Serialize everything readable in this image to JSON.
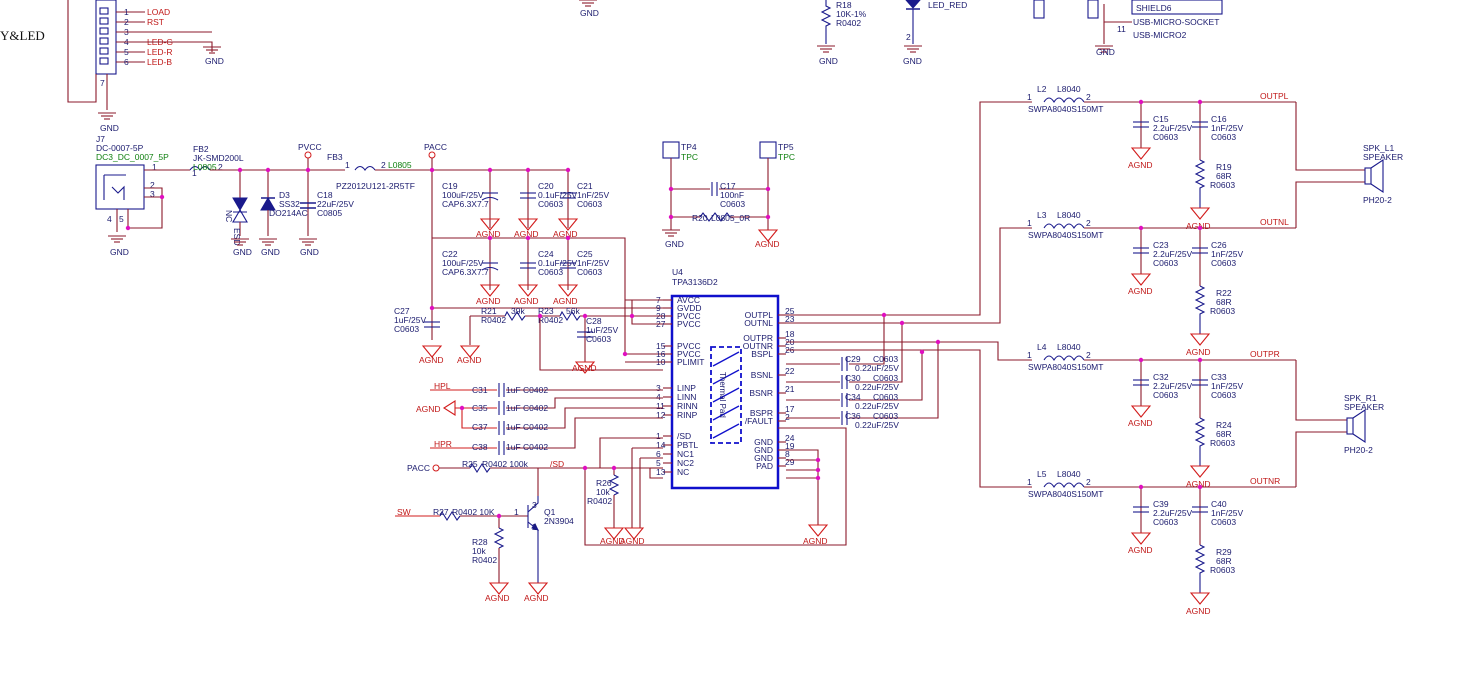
{
  "diagram": {
    "type": "schematic",
    "left_fragment": "Y&LED",
    "nets": [
      "LOAD",
      "RST",
      "LED-G",
      "LED-R",
      "LED-B",
      "OUTPL",
      "OUTNL",
      "OUTPR",
      "OUTNR",
      "HPL",
      "HPR",
      "/SD",
      "SW",
      "PACC",
      "PVCC",
      "AGND",
      "GND",
      "TPC"
    ],
    "top_parts": [
      {
        "ref": "R18",
        "value": "10K-1%",
        "pkg": "R0402"
      },
      {
        "ref": "",
        "value": "LED_RED",
        "pkg": ""
      },
      {
        "ref": "",
        "value": "SHIELD6",
        "pkg": ""
      },
      {
        "ref": "",
        "value": "USB-MICRO-SOCKET",
        "pkg": "USB-MICRO2"
      }
    ],
    "connector_pins": [
      "1",
      "2",
      "3",
      "4",
      "5",
      "6",
      "7"
    ],
    "jack": {
      "ref": "J7",
      "value": "DC-0007-5P",
      "alt": "DC3_DC_0007_5P",
      "pins": [
        "1",
        "2",
        "3",
        "4",
        "5"
      ]
    },
    "fb2": {
      "ref": "FB2",
      "value": "JK-SMD200L",
      "pkg": "L0805"
    },
    "fb3": {
      "ref": "FB3",
      "value": "PZ2012U121-2R5TF",
      "pkg": "L0805"
    },
    "d3": {
      "ref": "D3",
      "value": "SS32",
      "pkg": "DO214AC"
    },
    "tvs": {
      "ref": "",
      "value": "NC",
      "pkg": "ESD"
    },
    "c18": {
      "ref": "C18",
      "value": "22uF/25V",
      "pkg": "C0805"
    },
    "caps": [
      {
        "ref": "C19",
        "value": "100uF/25V",
        "pkg": "CAP6.3X7.7"
      },
      {
        "ref": "C20",
        "value": "0.1uF/25V",
        "pkg": "C0603"
      },
      {
        "ref": "C21",
        "value": "1nF/25V",
        "pkg": "C0603"
      },
      {
        "ref": "C22",
        "value": "100uF/25V",
        "pkg": "CAP6.3X7.7"
      },
      {
        "ref": "C24",
        "value": "0.1uF/25V",
        "pkg": "C0603"
      },
      {
        "ref": "C25",
        "value": "1nF/25V",
        "pkg": "C0603"
      },
      {
        "ref": "C27",
        "value": "1uF/25V",
        "pkg": "C0603"
      },
      {
        "ref": "C28",
        "value": "1uF/25V",
        "pkg": "C0603"
      },
      {
        "ref": "C17",
        "value": "100nF",
        "pkg": "C0603"
      }
    ],
    "tp4": {
      "ref": "TP4",
      "value": "TPC"
    },
    "tp5": {
      "ref": "TP5",
      "value": "TPC"
    },
    "r20": {
      "ref": "R20",
      "value": "L0805_0R"
    },
    "r21": {
      "ref": "R21",
      "value": "39k",
      "pkg": "R0402"
    },
    "r23": {
      "ref": "R23",
      "value": "56k",
      "pkg": "R0402"
    },
    "chip": {
      "ref": "U4",
      "part": "TPA3136D2",
      "pad_label": "Thermal Pad",
      "left_pins": [
        {
          "num": "7",
          "name": "AVCC"
        },
        {
          "num": "9",
          "name": "GVDD"
        },
        {
          "num": "28",
          "name": "PVCC"
        },
        {
          "num": "27",
          "name": "PVCC"
        },
        {
          "num": "15",
          "name": "PVCC"
        },
        {
          "num": "16",
          "name": "PVCC"
        },
        {
          "num": "10",
          "name": "PLIMIT"
        },
        {
          "num": "3",
          "name": "LINP"
        },
        {
          "num": "4",
          "name": "LINN"
        },
        {
          "num": "11",
          "name": "RINN"
        },
        {
          "num": "12",
          "name": "RINP"
        },
        {
          "num": "1",
          "name": "/SD"
        },
        {
          "num": "14",
          "name": "PBTL"
        },
        {
          "num": "6",
          "name": "NC1"
        },
        {
          "num": "5",
          "name": "NC2"
        },
        {
          "num": "13",
          "name": "NC"
        }
      ],
      "right_pins": [
        {
          "num": "25",
          "name": "OUTPL"
        },
        {
          "num": "23",
          "name": "OUTNL"
        },
        {
          "num": "18",
          "name": "OUTPR"
        },
        {
          "num": "20",
          "name": "OUTNR"
        },
        {
          "num": "26",
          "name": "BSPL"
        },
        {
          "num": "22",
          "name": "BSNL"
        },
        {
          "num": "21",
          "name": "BSNR"
        },
        {
          "num": "17",
          "name": "BSPR"
        },
        {
          "num": "2",
          "name": "/FAULT"
        },
        {
          "num": "24",
          "name": "GND"
        },
        {
          "num": "19",
          "name": "GND"
        },
        {
          "num": "8",
          "name": "GND"
        },
        {
          "num": "29",
          "name": "PAD"
        }
      ]
    },
    "input_caps": [
      {
        "ref": "C31",
        "value": "1uF",
        "pkg": "C0402"
      },
      {
        "ref": "C35",
        "value": "1uF",
        "pkg": "C0402"
      },
      {
        "ref": "C37",
        "value": "1uF",
        "pkg": "C0402"
      },
      {
        "ref": "C38",
        "value": "1uF",
        "pkg": "C0402"
      }
    ],
    "boot_caps": [
      {
        "ref": "C29",
        "value": "0.22uF/25V",
        "pkg": "C0603"
      },
      {
        "ref": "C30",
        "value": "0.22uF/25V",
        "pkg": "C0603"
      },
      {
        "ref": "C34",
        "value": "0.22uF/25V",
        "pkg": "C0603"
      },
      {
        "ref": "C36",
        "value": "0.22uF/25V",
        "pkg": "C0603"
      }
    ],
    "r25": {
      "ref": "R25",
      "value": "R0402 100k"
    },
    "r26": {
      "ref": "R26",
      "value": "10k",
      "pkg": "R0402"
    },
    "r27": {
      "ref": "R27",
      "value": "R0402 10K"
    },
    "r28": {
      "ref": "R28",
      "value": "10k",
      "pkg": "R0402"
    },
    "q1": {
      "ref": "Q1",
      "value": "2N3904"
    },
    "inductors": [
      {
        "ref": "L2",
        "value": "L8040",
        "part": "SWPA8040S150MT"
      },
      {
        "ref": "L3",
        "value": "L8040",
        "part": "SWPA8040S150MT"
      },
      {
        "ref": "L4",
        "value": "L8040",
        "part": "SWPA8040S150MT"
      },
      {
        "ref": "L5",
        "value": "L8040",
        "part": "SWPA8040S150MT"
      }
    ],
    "filter_caps": [
      {
        "ref": "C15",
        "value": "2.2uF/25V",
        "pkg": "C0603"
      },
      {
        "ref": "C16",
        "value": "1nF/25V",
        "pkg": "C0603"
      },
      {
        "ref": "C23",
        "value": "2.2uF/25V",
        "pkg": "C0603"
      },
      {
        "ref": "C26",
        "value": "1nF/25V",
        "pkg": "C0603"
      },
      {
        "ref": "C32",
        "value": "2.2uF/25V",
        "pkg": "C0603"
      },
      {
        "ref": "C33",
        "value": "1nF/25V",
        "pkg": "C0603"
      },
      {
        "ref": "C39",
        "value": "2.2uF/25V",
        "pkg": "C0603"
      },
      {
        "ref": "C40",
        "value": "1nF/25V",
        "pkg": "C0603"
      }
    ],
    "snubber_res": [
      {
        "ref": "R19",
        "value": "68R",
        "pkg": "R0603"
      },
      {
        "ref": "R22",
        "value": "68R",
        "pkg": "R0603"
      },
      {
        "ref": "R24",
        "value": "68R",
        "pkg": "R0603"
      },
      {
        "ref": "R29",
        "value": "68R",
        "pkg": "R0603"
      }
    ],
    "speakers": [
      {
        "ref": "SPK_L1",
        "value": "SPEAKER",
        "pkg": "PH20-2"
      },
      {
        "ref": "SPK_R1",
        "value": "SPEAKER",
        "pkg": "PH20-2"
      }
    ],
    "usb_pins": [
      "11"
    ]
  }
}
